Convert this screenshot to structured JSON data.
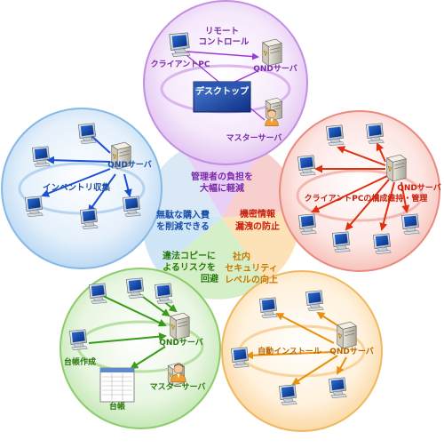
{
  "center": {
    "top_line1": "管理者の負担を",
    "top_line2": "大幅に軽減",
    "right_line1": "機密情報",
    "right_line2": "漏洩の防止",
    "bottomright_line1": "社内",
    "bottomright_line2": "セキュリティ",
    "bottomright_line3": "レベルの向上",
    "bottomleft_line1": "違法コピーに",
    "bottomleft_line2": "よるリスクを",
    "bottomleft_line3": "回避",
    "left_line1": "無駄な購入費",
    "left_line2": "を削減できる"
  },
  "top": {
    "remote_line1": "リモート",
    "remote_line2": "コントロール",
    "client_pc": "クライアントPC",
    "server": "QNDサーバ",
    "desktop": "デスクトップ",
    "master_server": "マスターサーバ"
  },
  "left": {
    "server": "QNDサーバ",
    "caption": "インベントリ収集"
  },
  "right": {
    "server": "QNDサーバ",
    "caption": "クライアントPCの構成維持・管理"
  },
  "bottom_right": {
    "caption": "自動インストール",
    "server": "QNDサーバ"
  },
  "bottom_left": {
    "server": "QNDサーバ",
    "ledger_creation": "台帳作成",
    "master_server": "マスターサーバ",
    "ledger": "台帳"
  },
  "colors": {
    "purple": "#9b3bd4",
    "red": "#e03010",
    "orange": "#e89010",
    "green": "#3a9a1a",
    "blue": "#1a4fd4"
  }
}
